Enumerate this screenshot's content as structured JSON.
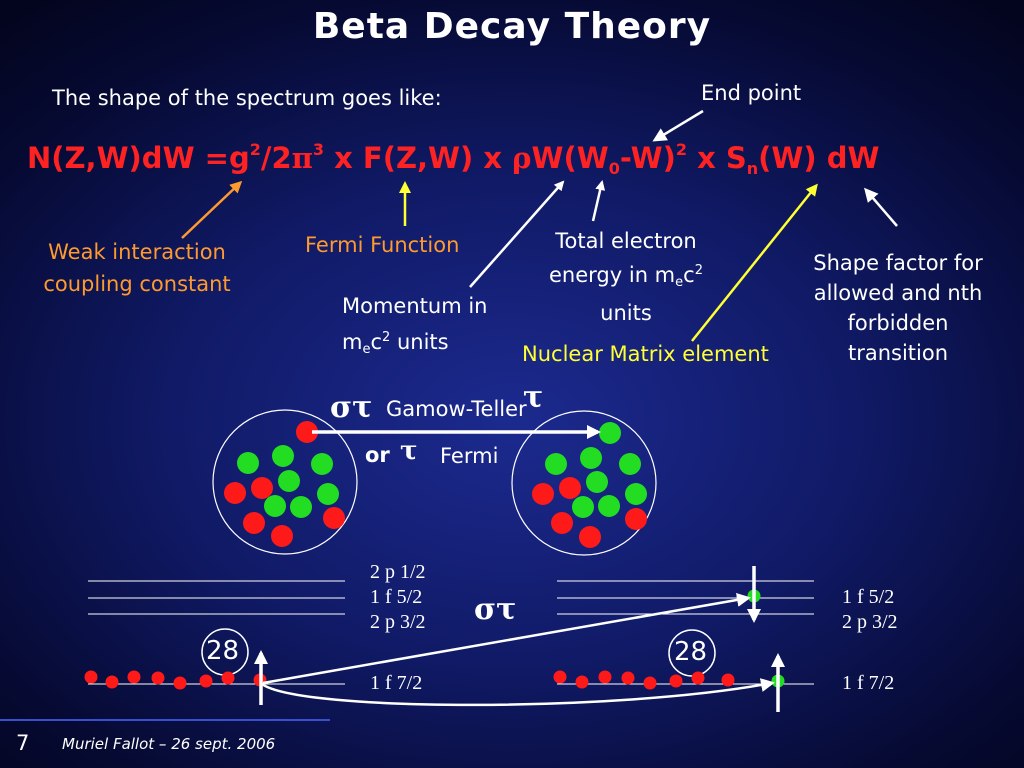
{
  "slide": {
    "title": "Beta Decay Theory",
    "intro": "The shape of the spectrum goes like:",
    "end_point_label": "End point",
    "formula": {
      "p1": "N(Z,W)dW =g",
      "exp_2a": "2",
      "p2": "/2",
      "pi": "π",
      "exp_3": "3",
      "p3": " x F(Z,W) x ",
      "rho": "ρ",
      "p4": "W(W",
      "sub_0": "0",
      "p5": "-W)",
      "exp_2b": "2",
      "p6": " x S",
      "sub_n": "n",
      "p7": "(W) dW"
    },
    "labels": {
      "weak_line1": "Weak interaction",
      "weak_line2": "coupling constant",
      "fermi_function": "Fermi Function",
      "momentum_line1": "Momentum in",
      "momentum_line2_a": "m",
      "momentum_line2_sub": "e",
      "momentum_line2_b": "c",
      "momentum_line2_sup": "2",
      "momentum_line2_c": " units",
      "energy_line1": "Total electron",
      "energy_line2_a": "energy in m",
      "energy_line2_sub": "e",
      "energy_line2_b": "c",
      "energy_line2_sup": "2",
      "energy_line3": "units",
      "shape_line1": "Shape factor for",
      "shape_line2": "allowed and nth",
      "shape_line3": "forbidden",
      "shape_line4": "transition",
      "nuclear_matrix": "Nuclear Matrix element"
    },
    "operators": {
      "sigma_tau": "στ",
      "tau": "τ",
      "gamow_teller": "Gamow-Teller",
      "or": "or",
      "fermi": "Fermi"
    },
    "levels": {
      "p12": "2 p 1/2",
      "f52": "1 f 5/2",
      "p32": "2 p 3/2",
      "f72": "1 f 7/2",
      "magic_number": "28"
    },
    "footer": {
      "page_number": "7",
      "author_date": "Muriel Fallot – 26 sept. 2006"
    },
    "colors": {
      "formula": "#ff2222",
      "orange_label": "#ff9a2e",
      "yellow_label": "#ffff33",
      "proton": "#ff1a1a",
      "neutron": "#22dd22"
    }
  }
}
